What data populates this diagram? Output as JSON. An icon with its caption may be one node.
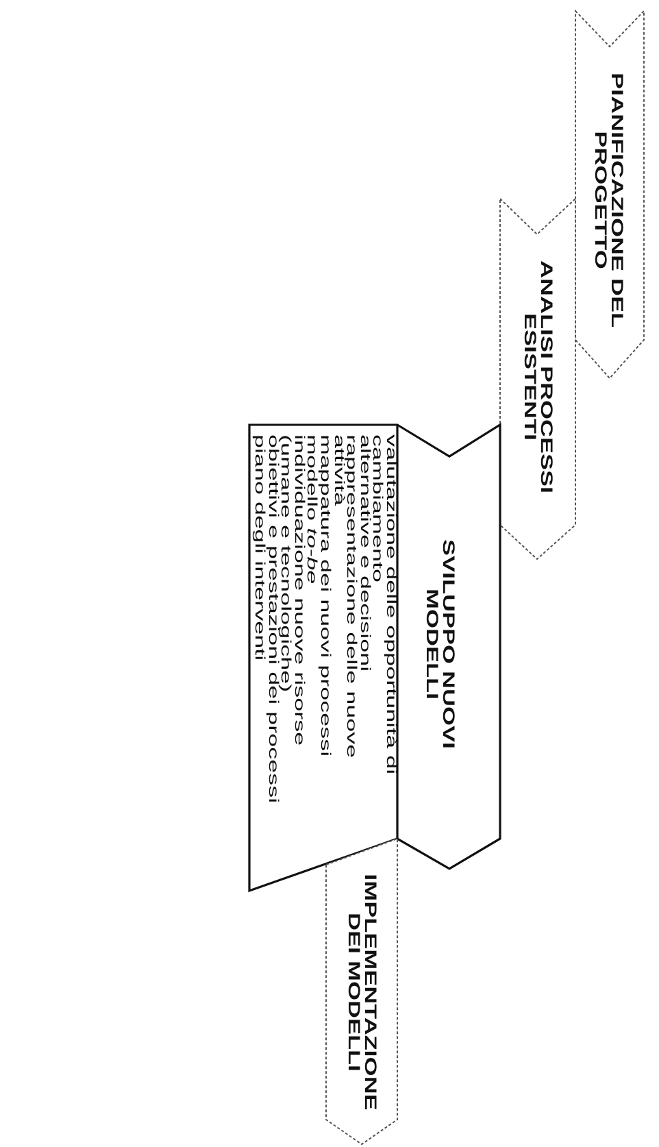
{
  "diagram": {
    "nodes": [
      {
        "text": [
          "PIANIFICAZIONE DEL PROGETTO"
        ]
      },
      {
        "text": [
          "ANALISI PROCESSI ESISTENTI"
        ]
      },
      {
        "text": [
          "SVILUPPO NUOVI MODELLI",
          "valutazione delle opportunità di cambiamento",
          "alternative e decisioni",
          "rappresentazione delle nuove attività",
          "mappatura dei nuovi processi modello *to-be*",
          "individuazione nuove risorse (umane e tecnologiche)",
          "obiettivi e prestazioni dei processi",
          "piano degli interventi"
        ]
      },
      {
        "text": [
          "IMPLEMENTAZIONE DEI MODELLI"
        ]
      }
    ]
  }
}
